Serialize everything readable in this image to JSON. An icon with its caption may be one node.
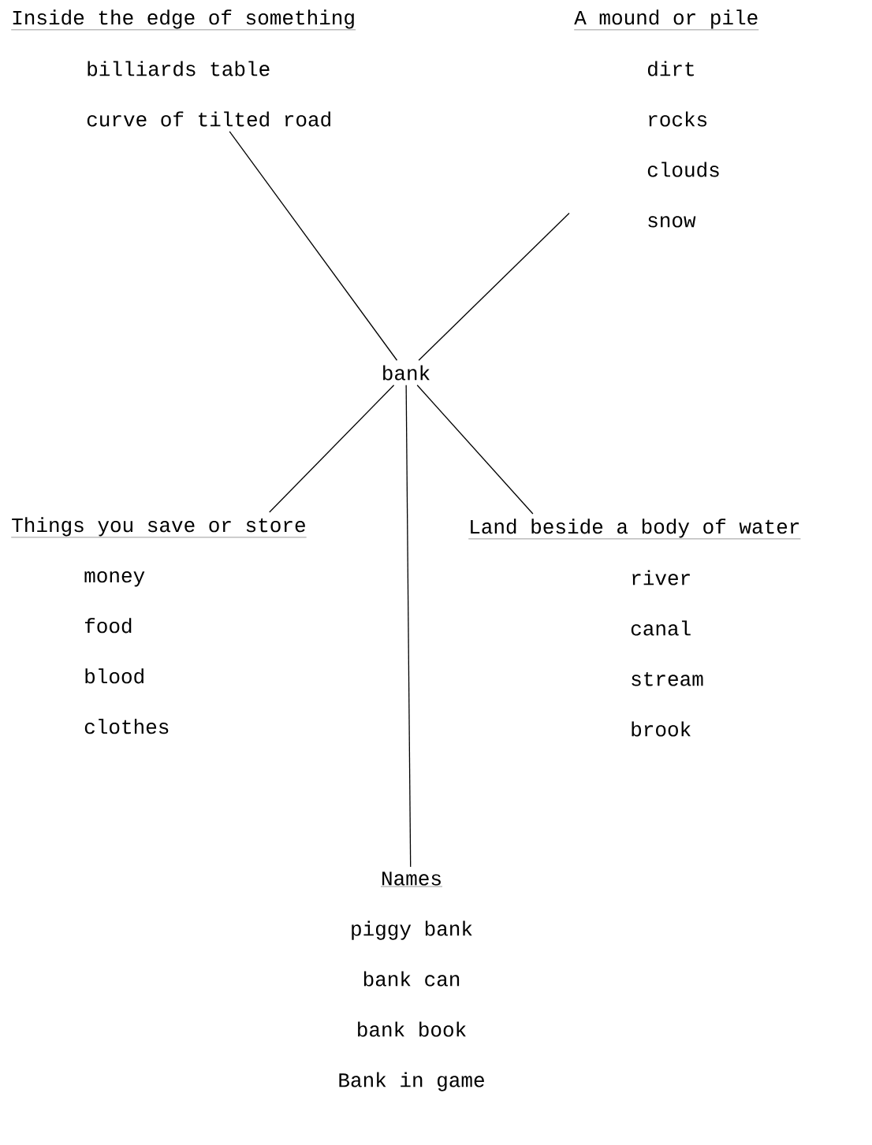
{
  "diagram": {
    "nodes": [
      {
        "text": [
          "bank"
        ]
      },
      {
        "text": [
          "Inside the edge of something",
          "billiards table",
          "curve of tilted road"
        ]
      },
      {
        "text": [
          "A mound or pile",
          "dirt",
          "rocks",
          "clouds",
          "snow"
        ]
      },
      {
        "text": [
          "Things you save or store",
          "money",
          "food",
          "blood",
          "clothes"
        ]
      },
      {
        "text": [
          "Land beside a body of water",
          "river",
          "canal",
          "stream",
          "brook"
        ]
      },
      {
        "text": [
          "Names",
          "piggy bank",
          "bank can",
          "bank book",
          "Bank in game"
        ]
      }
    ],
    "edges": [
      {
        "from": 0,
        "to": 1,
        "arrow": "none"
      },
      {
        "from": 0,
        "to": 2,
        "arrow": "none"
      },
      {
        "from": 0,
        "to": 3,
        "arrow": "none"
      },
      {
        "from": 0,
        "to": 4,
        "arrow": "none"
      },
      {
        "from": 0,
        "to": 5,
        "arrow": "none"
      }
    ]
  }
}
